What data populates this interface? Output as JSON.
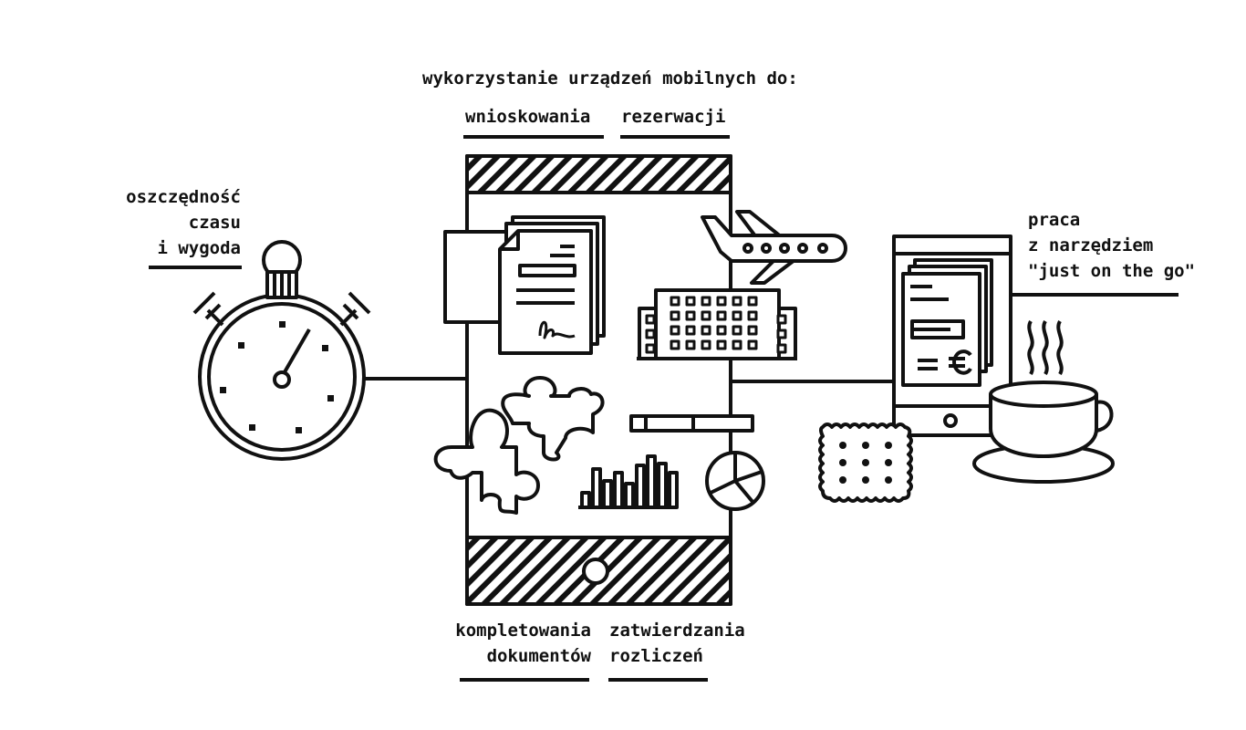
{
  "header": {
    "title": "wykorzystanie urządzeń mobilnych do:"
  },
  "top_labels": {
    "left": "wnioskowania",
    "right": "rezerwacji"
  },
  "left_caption": {
    "line1": "oszczędność",
    "line2": "czasu",
    "line3": "i wygoda"
  },
  "right_caption": {
    "line1": "praca",
    "line2": "z narzędziem",
    "line3": "\"just on the go\""
  },
  "bottom_labels": {
    "left_line1": "kompletowania",
    "left_line2": "dokumentów",
    "right_line1": "zatwierdzania",
    "right_line2": "rozliczeń"
  },
  "icons": [
    "stopwatch-icon",
    "phone-icon",
    "documents-icon",
    "signature-icon",
    "airplane-icon",
    "hotel-icon",
    "puzzle-icon",
    "bar-chart-icon",
    "pie-chart-icon",
    "tablet-icon",
    "euro-invoice-icon",
    "cookie-icon",
    "coffee-cup-icon"
  ],
  "colors": {
    "ink": "#111111",
    "background": "#ffffff"
  }
}
